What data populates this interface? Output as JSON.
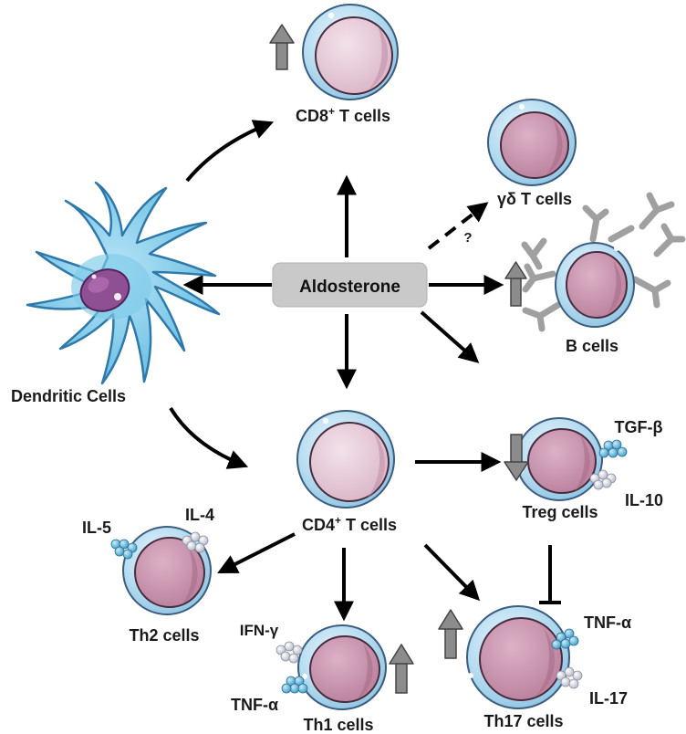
{
  "center": {
    "label": "Aldosterone"
  },
  "cells": {
    "dendritic": {
      "label": "Dendritic Cells"
    },
    "cd8": {
      "label": "CD8",
      "sup": "+",
      "suffix": " T cells",
      "trend": "up"
    },
    "gd": {
      "label": "γδ T cells",
      "note": "?"
    },
    "b": {
      "label": "B cells",
      "trend": "up"
    },
    "cd4": {
      "label": "CD4",
      "sup": "+",
      "suffix": " T cells"
    },
    "treg": {
      "label": "Treg cells",
      "trend": "down"
    },
    "th2": {
      "label": "Th2 cells"
    },
    "th1": {
      "label": "Th1 cells",
      "trend": "up"
    },
    "th17": {
      "label": "Th17 cells",
      "trend": "up"
    }
  },
  "cytokines": {
    "tgf_beta": "TGF-β",
    "il10": "IL-10",
    "il5": "IL-5",
    "il4": "IL-4",
    "ifn_gamma": "IFN-γ",
    "tnf_alpha_th1": "TNF-α",
    "tnf_alpha_th17": "TNF-α",
    "il17": "IL-17"
  },
  "colors": {
    "cell_outer": "#a9d6ee",
    "cell_outer_stroke": "#3a5d80",
    "nucleus": "#c890ab",
    "nucleus_dark": "#b57a96",
    "nucleus_stroke": "#4a2c3f",
    "naive_nucleus": "#e3c4d3",
    "dendritic": "#7ecbea",
    "dendritic_stroke": "#2f79aa",
    "center_box": "#c9c9c9",
    "trend_arrow": "#8c8c8c",
    "antibody": "#a0a0a0",
    "cytokine_blue": "#5bb0d4",
    "cytokine_white": "#e4e6ee"
  }
}
